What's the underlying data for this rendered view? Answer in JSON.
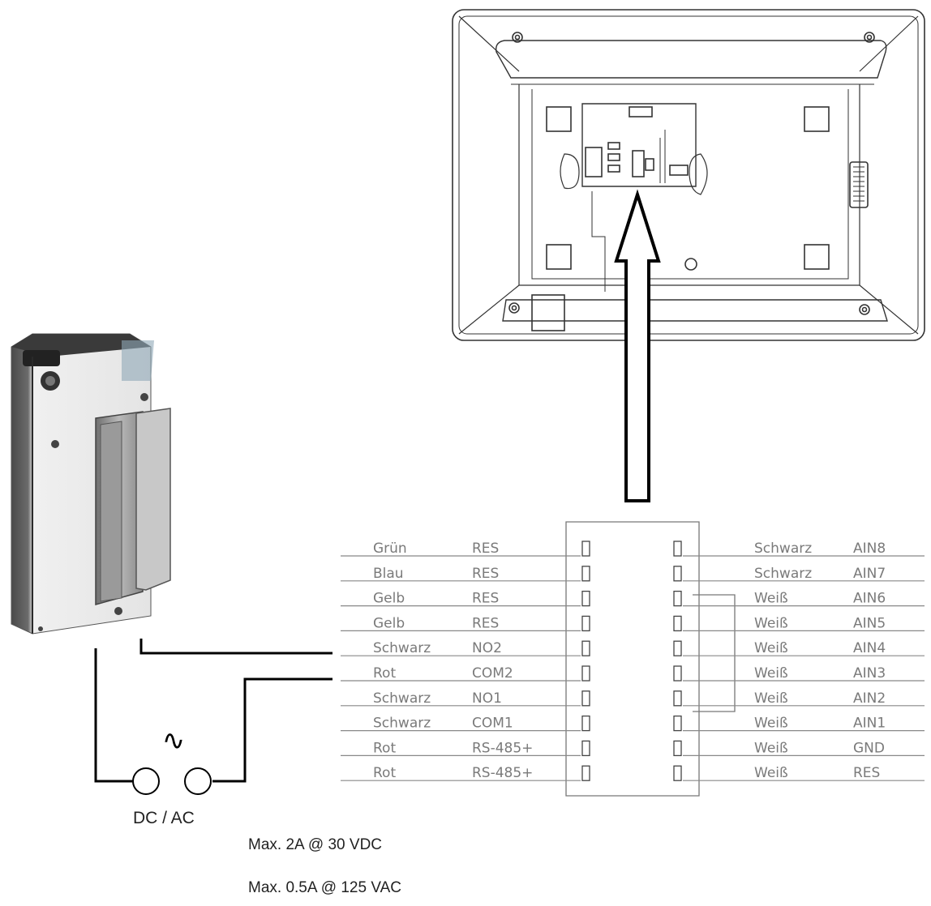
{
  "terminal_left": [
    {
      "color": "Grün",
      "signal": "RES"
    },
    {
      "color": "Blau",
      "signal": "RES"
    },
    {
      "color": "Gelb",
      "signal": "RES"
    },
    {
      "color": "Gelb",
      "signal": "RES"
    },
    {
      "color": "Schwarz",
      "signal": "NO2"
    },
    {
      "color": "Rot",
      "signal": "COM2"
    },
    {
      "color": "Schwarz",
      "signal": "NO1"
    },
    {
      "color": "Schwarz",
      "signal": "COM1"
    },
    {
      "color": "Rot",
      "signal": "RS-485+"
    },
    {
      "color": "Rot",
      "signal": "RS-485+"
    }
  ],
  "terminal_right": [
    {
      "color": "Schwarz",
      "signal": "AIN8"
    },
    {
      "color": "Schwarz",
      "signal": "AIN7"
    },
    {
      "color": "Weiß",
      "signal": "AIN6"
    },
    {
      "color": "Weiß",
      "signal": "AIN5"
    },
    {
      "color": "Weiß",
      "signal": "AIN4"
    },
    {
      "color": "Weiß",
      "signal": "AIN3"
    },
    {
      "color": "Weiß",
      "signal": "AIN2"
    },
    {
      "color": "Weiß",
      "signal": "AIN1"
    },
    {
      "color": "Weiß",
      "signal": "GND"
    },
    {
      "color": "Weiß",
      "signal": "RES"
    }
  ],
  "supply": {
    "symbol": "∿",
    "label": "DC / AC"
  },
  "specs": {
    "line1": "Max. 2A @ 30 VDC",
    "line2": "Max. 0.5A @ 125 VAC"
  }
}
